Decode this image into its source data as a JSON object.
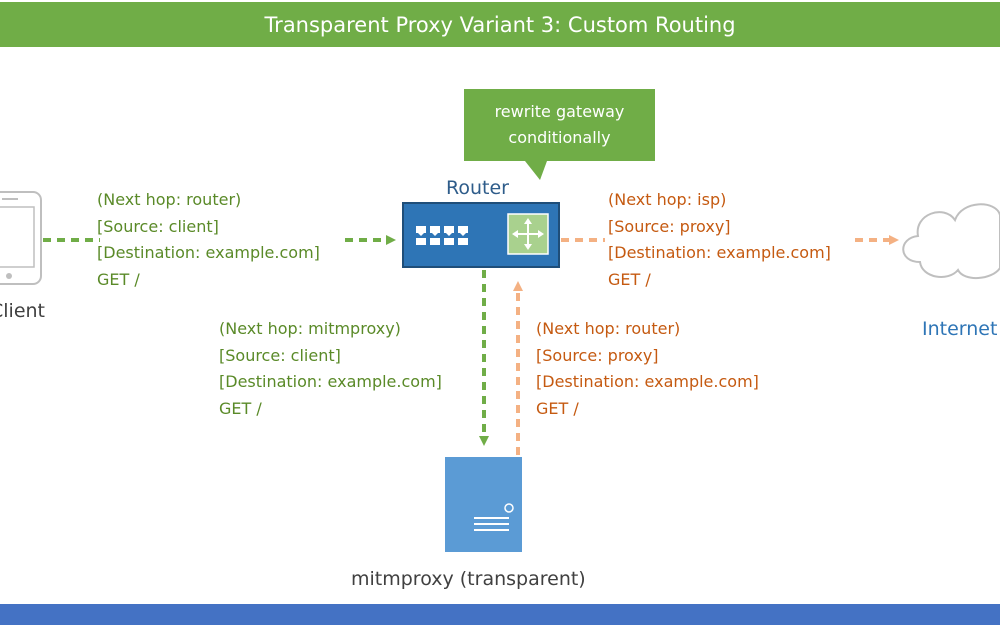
{
  "title": "Transparent Proxy Variant 3: Custom Routing",
  "callout": {
    "lines": [
      "rewrite gateway",
      "conditionally"
    ]
  },
  "nodes": {
    "client": "Client",
    "router": "Router",
    "internet": "Internet",
    "mitmproxy": "mitmproxy (transparent)"
  },
  "messages": {
    "client_to_router": [
      "(Next hop: router)",
      "[Source: client]",
      "[Destination: example.com]",
      "GET /"
    ],
    "router_to_isp": [
      "(Next hop: isp)",
      "[Source: proxy]",
      "[Destination: example.com]",
      "GET /"
    ],
    "router_to_mitmproxy": [
      "(Next hop: mitmproxy)",
      "[Source: client]",
      "[Destination: example.com]",
      "GET /"
    ],
    "mitmproxy_to_router": [
      "(Next hop: router)",
      "[Source: proxy]",
      "[Destination: example.com]",
      "GET /"
    ]
  },
  "colors": {
    "title_bar": "#70ad47",
    "bottom_bar": "#4472c4",
    "client_flow": "#70ad47",
    "proxy_flow": "#f4b183",
    "router_fill": "#2e75b6",
    "server_fill": "#5b9bd5"
  }
}
